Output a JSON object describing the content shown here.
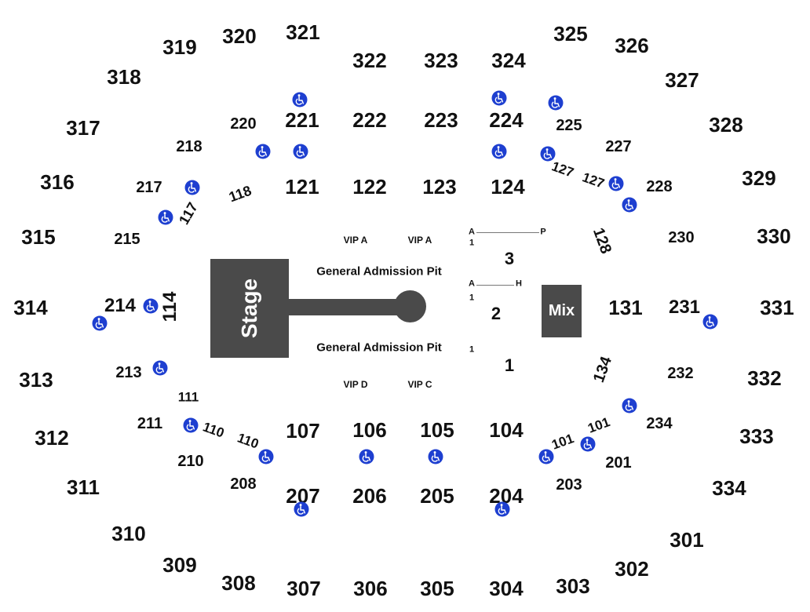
{
  "stage_label": "Stage",
  "mix_label": "Mix",
  "pit": {
    "ga_top": "General Admission Pit",
    "ga_bottom": "General Admission Pit",
    "vip": [
      "VIP A",
      "VIP A",
      "VIP D",
      "VIP C"
    ]
  },
  "floor_sections": [
    "3",
    "2",
    "1"
  ],
  "row_markers": [
    "A",
    "P",
    "1",
    "A",
    "H",
    "1",
    "1"
  ],
  "sections": [
    "319",
    "320",
    "321",
    "322",
    "323",
    "324",
    "325",
    "326",
    "327",
    "328",
    "329",
    "330",
    "331",
    "332",
    "333",
    "334",
    "301",
    "302",
    "303",
    "304",
    "305",
    "306",
    "307",
    "308",
    "309",
    "310",
    "311",
    "312",
    "313",
    "314",
    "315",
    "316",
    "317",
    "318",
    "221",
    "222",
    "223",
    "224",
    "121",
    "122",
    "123",
    "124",
    "107",
    "106",
    "105",
    "104",
    "207",
    "206",
    "205",
    "204",
    "131",
    "220",
    "218",
    "217",
    "215",
    "214",
    "213",
    "211",
    "210",
    "208",
    "225",
    "227",
    "228",
    "230",
    "231",
    "232",
    "234",
    "201",
    "203",
    "117",
    "118",
    "114",
    "111",
    "110",
    "110",
    "127",
    "127",
    "128",
    "134",
    "101",
    "101"
  ],
  "accessible_icon": "wheelchair-icon",
  "colors": {
    "accessible": "#1e3fd0",
    "stage": "#4a4a4a"
  }
}
